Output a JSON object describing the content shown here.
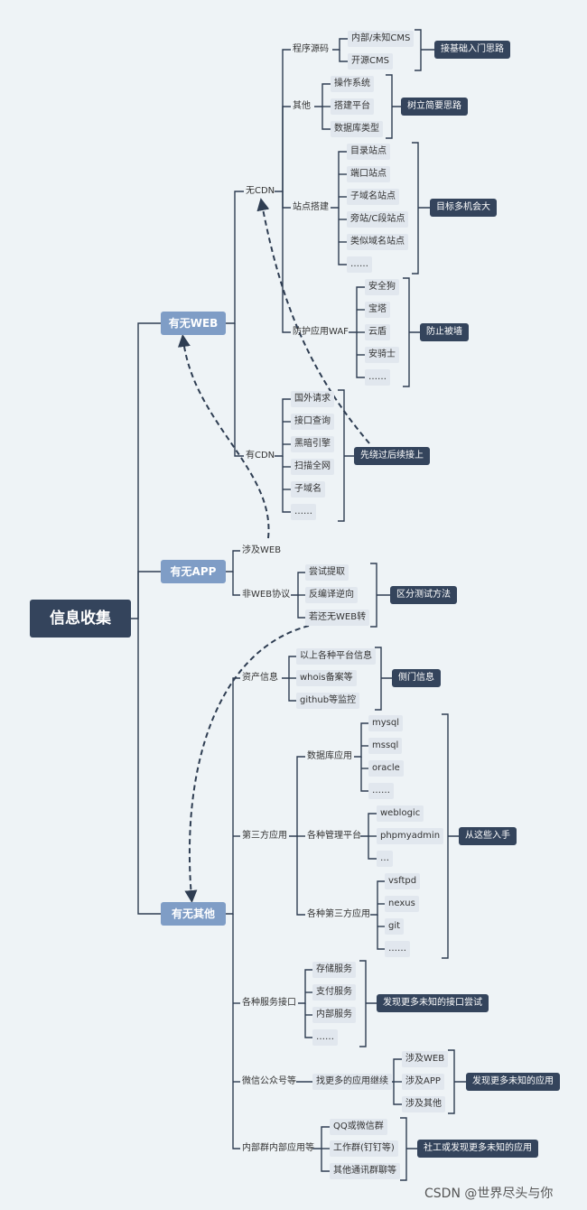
{
  "root": "信息收集",
  "web": {
    "title": "有无WEB",
    "no_cdn": "无CDN",
    "source": "程序源码",
    "cms_inner": "内部/未知CMS",
    "cms_open": "开源CMS",
    "note_basic": "接基础入门思路",
    "other": "其他",
    "os": "操作系统",
    "platform": "搭建平台",
    "db_type": "数据库类型",
    "note_thinking": "树立简要思路",
    "site_build": "站点搭建",
    "dir_site": "目录站点",
    "port_site": "端口站点",
    "subdomain_site": "子域名站点",
    "c_site": "旁站/C段站点",
    "similar_site": "类似域名站点",
    "etc1": "……",
    "note_chance": "目标多机会大",
    "waf": "防护应用WAF",
    "waf1": "安全狗",
    "waf2": "宝塔",
    "waf3": "云盾",
    "waf4": "安骑士",
    "etc2": "……",
    "note_block": "防止被墙",
    "with_cdn": "有CDN",
    "cdn1": "国外请求",
    "cdn2": "接口查询",
    "cdn3": "黑暗引擎",
    "cdn4": "扫描全网",
    "cdn5": "子域名",
    "etc3": "……",
    "note_bypass": "先绕过后续接上"
  },
  "app": {
    "title": "有无APP",
    "web_rel": "涉及WEB",
    "non_web": "非WEB协议",
    "try_extract": "尝试提取",
    "decompile": "反编译逆向",
    "go_other": "若还无WEB转",
    "note_method": "区分测试方法"
  },
  "other": {
    "title": "有无其他",
    "asset": "资产信息",
    "asset1": "以上各种平台信息",
    "asset2": "whois备案等",
    "asset3": "github等监控",
    "note_side": "侧门信息",
    "third": "第三方应用",
    "db_app": "数据库应用",
    "db1": "mysql",
    "db2": "mssql",
    "db3": "oracle",
    "db4": "……",
    "mgmt": "各种管理平台",
    "mg1": "weblogic",
    "mg2": "phpmyadmin",
    "mg3": "…",
    "misc": "各种第三方应用",
    "ms1": "vsftpd",
    "ms2": "nexus",
    "ms3": "git",
    "ms4": "……",
    "note_start": "从这些入手",
    "svc": "各种服务接口",
    "svc1": "存储服务",
    "svc2": "支付服务",
    "svc3": "内部服务",
    "svc4": "……",
    "note_api": "发现更多未知的接口尝试",
    "wechat": "微信公众号等",
    "find_more": "找更多的应用继续",
    "wx1": "涉及WEB",
    "wx2": "涉及APP",
    "wx3": "涉及其他",
    "note_app": "发现更多未知的应用",
    "group": "内部群内部应用等",
    "g1": "QQ或微信群",
    "g2": "工作群(钉钉等)",
    "g3": "其他通讯群聊等",
    "note_social": "社工或发现更多未知的应用"
  },
  "watermark": "CSDN @世界尽头与你",
  "colors": {
    "line": "#2e3d52",
    "root": "#34445c",
    "level1": "#7f9dc6",
    "leaf": "#e1e7ee",
    "bg": "#eef3f6"
  }
}
